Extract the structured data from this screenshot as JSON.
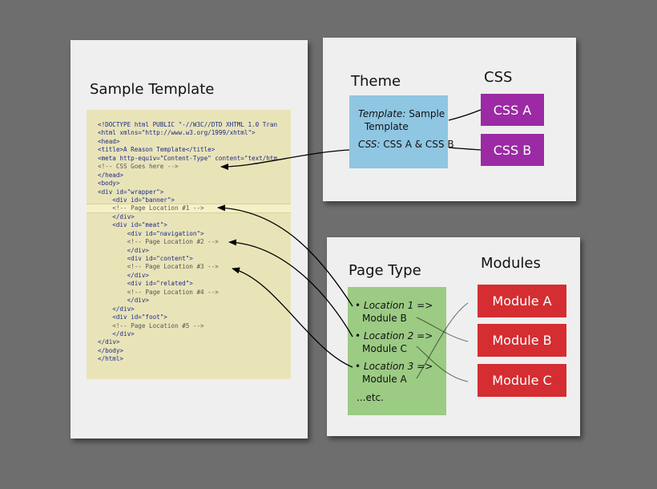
{
  "template_panel": {
    "title": "Sample Template",
    "code_lines": [
      {
        "text": "<!DOCTYPE html PUBLIC \"-//W3C//DTD XHTML 1.0 Tran",
        "type": "tag"
      },
      {
        "text": "<html xmlns=\"http://www.w3.org/1999/xhtml\">",
        "type": "tag"
      },
      {
        "text": "<head>",
        "type": "tag"
      },
      {
        "text": "<title>A Reason Template</title>",
        "type": "tag"
      },
      {
        "text": "<meta http-equiv=\"Content-Type\" content=\"text/htm",
        "type": "tag"
      },
      {
        "text": "<!-- CSS Goes here -->",
        "type": "comment"
      },
      {
        "text": "</head>",
        "type": "tag"
      },
      {
        "text": "<body>",
        "type": "tag"
      },
      {
        "text": "<div id=\"wrapper\">",
        "type": "tag"
      },
      {
        "text": "    <div id=\"banner\">",
        "type": "tag"
      },
      {
        "text": "    <!-- Page Location #1 -->",
        "type": "comment"
      },
      {
        "text": "    </div>",
        "type": "tag"
      },
      {
        "text": "    <div id=\"meat\">",
        "type": "tag"
      },
      {
        "text": "        <div id=\"navigation\">",
        "type": "tag"
      },
      {
        "text": "        <!-- Page Location #2 -->",
        "type": "comment"
      },
      {
        "text": "        </div>",
        "type": "tag"
      },
      {
        "text": "        <div id=\"content\">",
        "type": "tag"
      },
      {
        "text": "        <!-- Page Location #3 -->",
        "type": "comment"
      },
      {
        "text": "        </div>",
        "type": "tag"
      },
      {
        "text": "        <div id=\"related\">",
        "type": "tag"
      },
      {
        "text": "        <!-- Page Location #4 -->",
        "type": "comment"
      },
      {
        "text": "        </div>",
        "type": "tag"
      },
      {
        "text": "    </div>",
        "type": "tag"
      },
      {
        "text": "    <div id=\"foot\">",
        "type": "tag"
      },
      {
        "text": "    <!-- Page Location #5 -->",
        "type": "comment"
      },
      {
        "text": "    </div>",
        "type": "tag"
      },
      {
        "text": "</div>",
        "type": "tag"
      },
      {
        "text": "</body>",
        "type": "tag"
      },
      {
        "text": "</html>",
        "type": "tag"
      }
    ]
  },
  "theme_panel": {
    "title": "Theme",
    "css_title": "CSS",
    "template_label": "Template:",
    "template_value_1": "Sample",
    "template_value_2": "Template",
    "css_label": "CSS:",
    "css_value": "CSS A & CSS B",
    "css_boxes": [
      "CSS A",
      "CSS B"
    ]
  },
  "pagetype_panel": {
    "title": "Page Type",
    "modules_title": "Modules",
    "locations": [
      {
        "label": "Location 1 =>",
        "value": "Module B"
      },
      {
        "label": "Location 2 =>",
        "value": "Module C"
      },
      {
        "label": "Location 3 =>",
        "value": "Module A"
      }
    ],
    "etc": "...etc.",
    "modules": [
      "Module A",
      "Module B",
      "Module C"
    ]
  },
  "colors": {
    "background": "#6e6e6e",
    "panel": "#efefef",
    "code_bg": "#e9e4b8",
    "theme_box": "#8fc6e2",
    "css_box": "#9b2aa4",
    "pagetype_box": "#9ccb84",
    "module_box": "#d42e32",
    "connector": "#000000"
  }
}
